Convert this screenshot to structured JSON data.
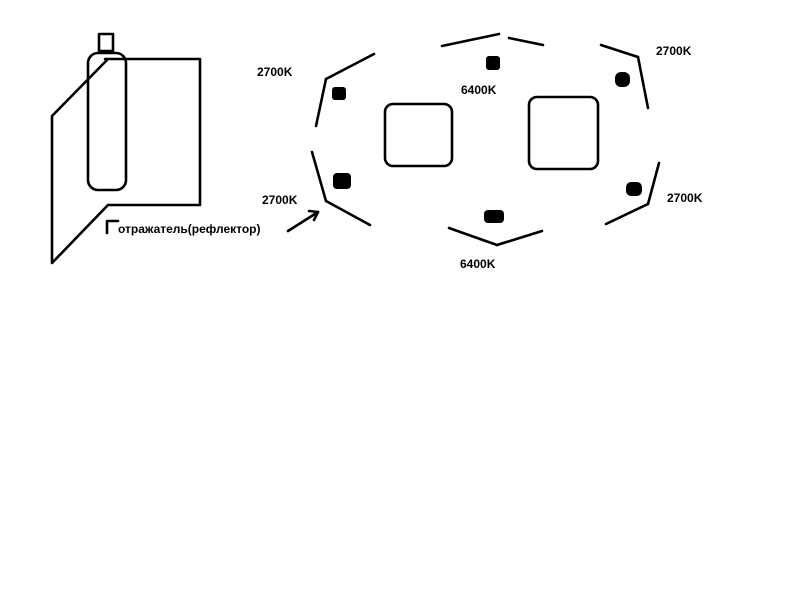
{
  "colors": {
    "stroke": "#000000",
    "background": "#ffffff"
  },
  "labels": {
    "reflector": "отражатель(рефлектор)",
    "top_left_temp": "2700K",
    "top_center_temp": "6400K",
    "top_right_temp": "2700K",
    "mid_left_temp": "2700K",
    "mid_right_temp": "2700K",
    "bottom_center_temp": "6400K"
  }
}
